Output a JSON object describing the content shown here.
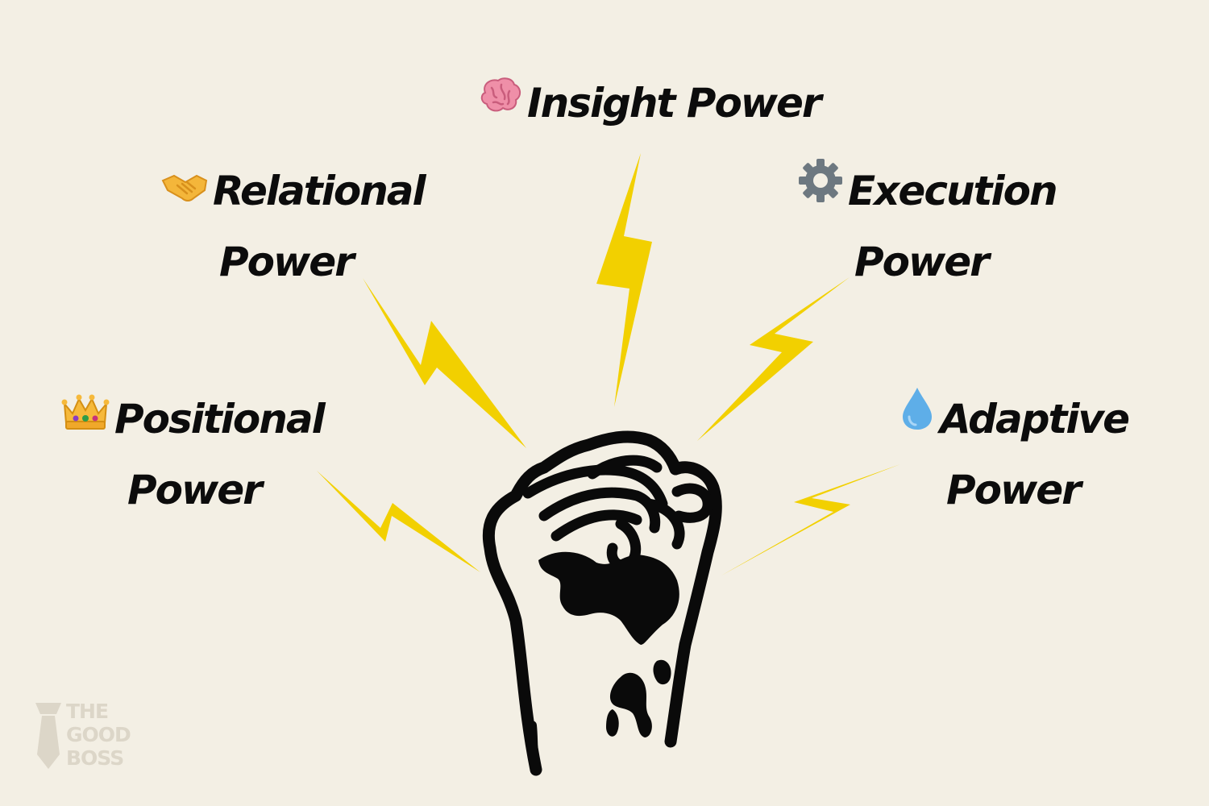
{
  "powers": {
    "insight": {
      "icon": "brain-icon",
      "line1": "Insight Power",
      "line2": ""
    },
    "relational": {
      "icon": "handshake-icon",
      "line1": "Relational",
      "line2": "Power"
    },
    "execution": {
      "icon": "gear-icon",
      "line1": "Execution",
      "line2": "Power"
    },
    "positional": {
      "icon": "crown-icon",
      "line1": "Positional",
      "line2": "Power"
    },
    "adaptive": {
      "icon": "droplet-icon",
      "line1": "Adaptive",
      "line2": "Power"
    }
  },
  "logo": {
    "line1": "THE",
    "line2": "GOOD",
    "line3": "BOSS"
  },
  "colors": {
    "background": "#f3efe4",
    "bolt": "#f2d000",
    "text": "#0c0c0c",
    "fist": "#0a0a0a",
    "logo": "#dcd6c8"
  }
}
